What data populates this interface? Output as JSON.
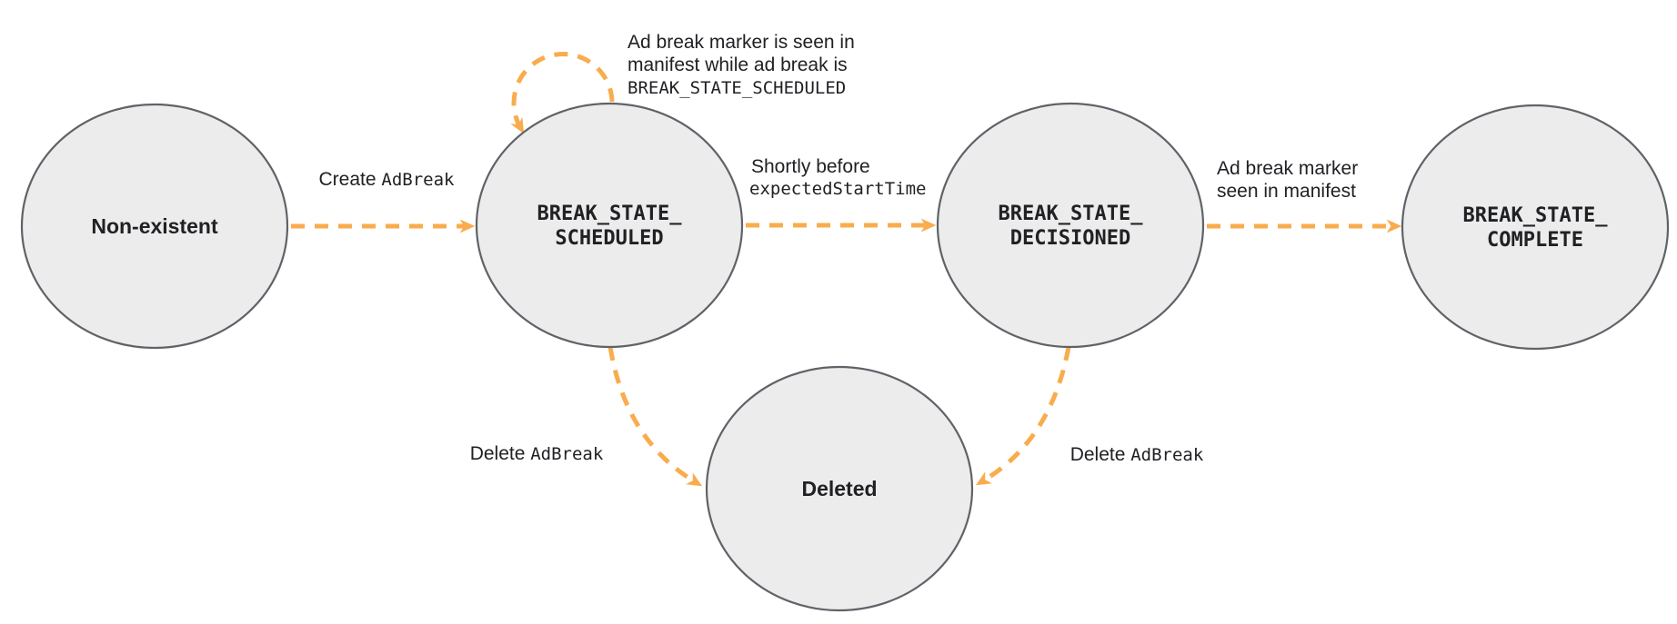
{
  "colors": {
    "node_fill": "#ECECEC",
    "node_border": "#5F6368",
    "arrow": "#F9AC4D",
    "text": "#202124"
  },
  "states": {
    "non_existent": {
      "label": "Non-existent"
    },
    "scheduled": {
      "line1": "BREAK_STATE_",
      "line2": "SCHEDULED"
    },
    "decisioned": {
      "line1": "BREAK_STATE_",
      "line2": "DECISIONED"
    },
    "complete": {
      "line1": "BREAK_STATE_",
      "line2": "COMPLETE"
    },
    "deleted": {
      "label": "Deleted"
    }
  },
  "transitions": {
    "create": {
      "text": "Create ",
      "code": "AdBreak"
    },
    "marker_seen_loop": {
      "line1": "Ad break marker is seen in",
      "line2": "manifest while ad break is",
      "line3_code": "BREAK_STATE_SCHEDULED"
    },
    "shortly_before": {
      "line1": "Shortly before",
      "line2_code": "expectedStartTime"
    },
    "marker_seen": {
      "line1": "Ad break marker",
      "line2": "seen in manifest"
    },
    "delete_from_scheduled": {
      "text": "Delete ",
      "code": "AdBreak"
    },
    "delete_from_decisioned": {
      "text": "Delete ",
      "code": "AdBreak"
    }
  }
}
